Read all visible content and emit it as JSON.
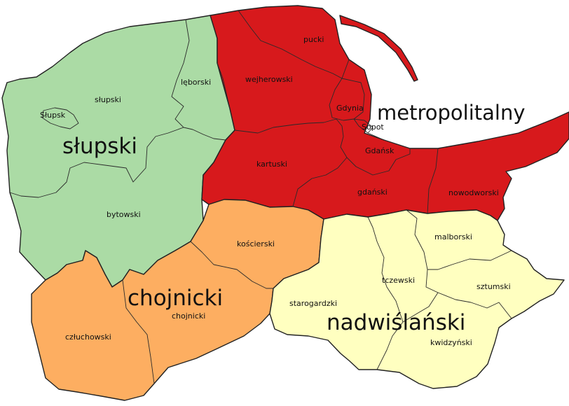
{
  "colors": {
    "slupski": "#abdba5",
    "metropolitalny": "#d7191c",
    "chojnicki": "#fdae61",
    "nadwislanski": "#ffffc0",
    "border": "#222222"
  },
  "regions": {
    "slupski": "słupski",
    "metropolitalny": "metropolitalny",
    "chojnicki": "chojnicki",
    "nadwislanski": "nadwiślański"
  },
  "counties": {
    "slupsk_city": "Słupsk",
    "slupski": "słupski",
    "leborski": "lęborski",
    "bytowski": "bytowski",
    "pucki": "pucki",
    "wejherowski": "wejherowski",
    "gdynia": "Gdynia",
    "sopot": "Sopot",
    "gdansk": "Gdańsk",
    "kartuski": "kartuski",
    "gdanski": "gdański",
    "nowodworski": "nowodworski",
    "koscierski": "kościerski",
    "chojnicki": "chojnicki",
    "czluchowski": "człuchowski",
    "starogardzki": "starogardzki",
    "tczewski": "tczewski",
    "malborski": "malborski",
    "sztumski": "sztumski",
    "kwidzynski": "kwidzyński"
  }
}
